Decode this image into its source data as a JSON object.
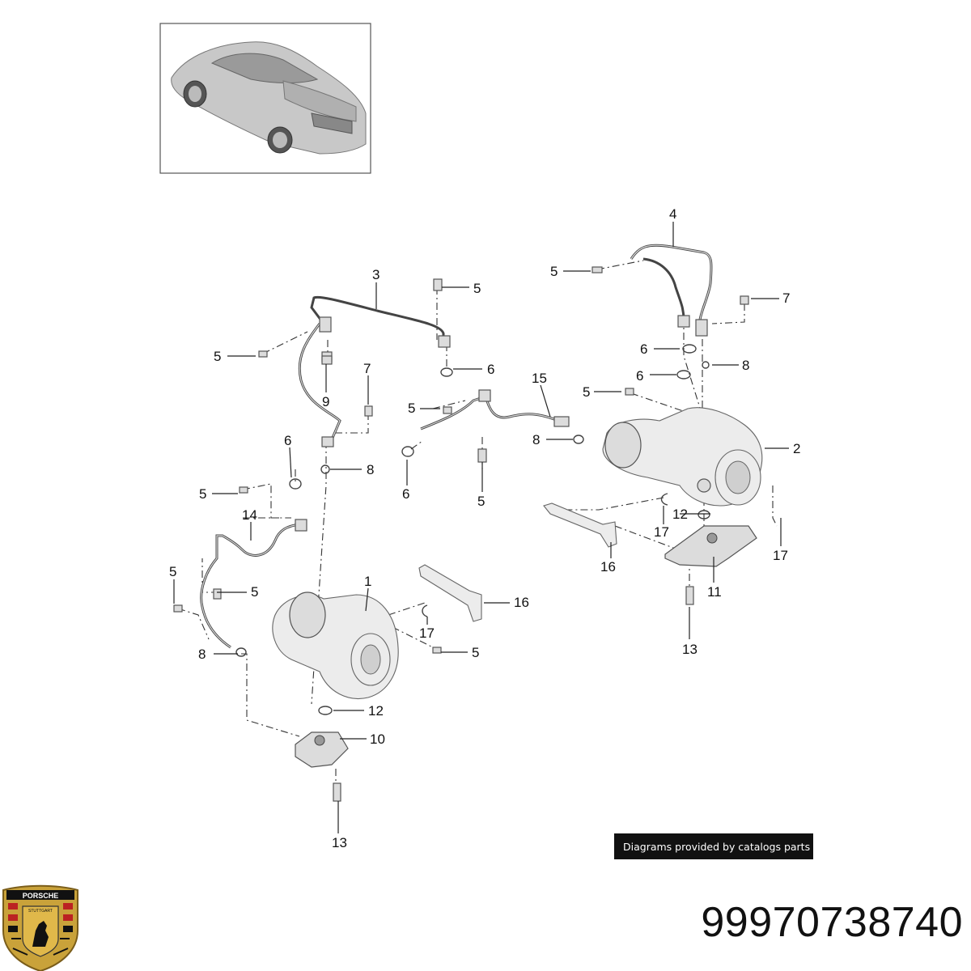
{
  "part_number": "99970738740",
  "credit": "Diagrams provided by catalogs parts",
  "logo": {
    "brand": "PORSCHE",
    "city": "STUTTGART"
  },
  "callouts": [
    {
      "id": "c4a",
      "text": "4"
    },
    {
      "id": "c5a",
      "text": "5"
    },
    {
      "id": "c7a",
      "text": "7"
    },
    {
      "id": "c6a",
      "text": "6"
    },
    {
      "id": "c6b",
      "text": "6"
    },
    {
      "id": "c8a",
      "text": "8"
    },
    {
      "id": "c5b",
      "text": "5"
    },
    {
      "id": "c2",
      "text": "2"
    },
    {
      "id": "c3",
      "text": "3"
    },
    {
      "id": "c5c",
      "text": "5"
    },
    {
      "id": "c5d",
      "text": "5"
    },
    {
      "id": "c9",
      "text": "9"
    },
    {
      "id": "c6c",
      "text": "6"
    },
    {
      "id": "c7b",
      "text": "7"
    },
    {
      "id": "c15",
      "text": "15"
    },
    {
      "id": "c5e",
      "text": "5"
    },
    {
      "id": "c8b",
      "text": "8"
    },
    {
      "id": "c6d",
      "text": "6"
    },
    {
      "id": "c8c",
      "text": "8"
    },
    {
      "id": "c6e",
      "text": "6"
    },
    {
      "id": "c5f",
      "text": "5"
    },
    {
      "id": "c5g",
      "text": "5"
    },
    {
      "id": "c14",
      "text": "14"
    },
    {
      "id": "c12a",
      "text": "12"
    },
    {
      "id": "c17a",
      "text": "17"
    },
    {
      "id": "c17b",
      "text": "17"
    },
    {
      "id": "c16a",
      "text": "16"
    },
    {
      "id": "c11",
      "text": "11"
    },
    {
      "id": "c5h",
      "text": "5"
    },
    {
      "id": "c5i",
      "text": "5"
    },
    {
      "id": "c1",
      "text": "1"
    },
    {
      "id": "c16b",
      "text": "16"
    },
    {
      "id": "c17c",
      "text": "17"
    },
    {
      "id": "c13a",
      "text": "13"
    },
    {
      "id": "c8d",
      "text": "8"
    },
    {
      "id": "c5j",
      "text": "5"
    },
    {
      "id": "c12b",
      "text": "12"
    },
    {
      "id": "c10",
      "text": "10"
    },
    {
      "id": "c13b",
      "text": "13"
    }
  ]
}
